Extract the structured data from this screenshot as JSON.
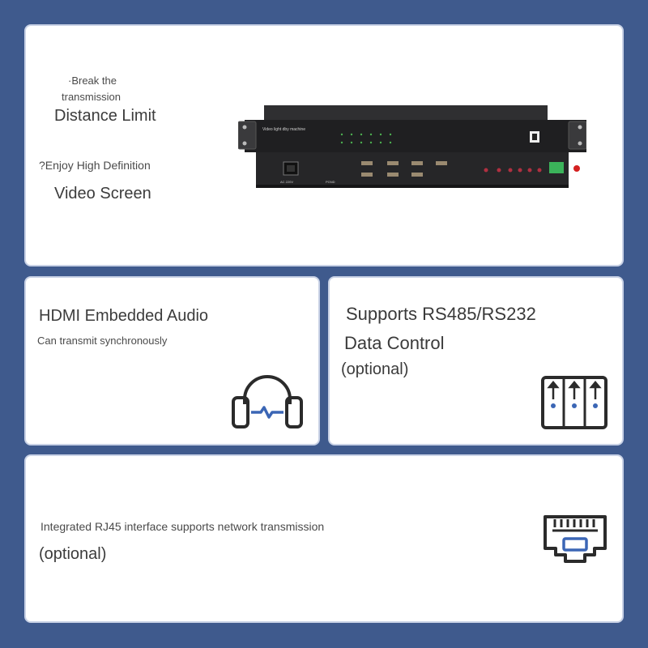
{
  "top": {
    "break_line1": "·Break the",
    "break_line2": "transmission",
    "distance_limit": "Distance Limit",
    "enjoy": "?Enjoy High Definition",
    "video_screen": "Video Screen",
    "device": {
      "label": "Video light dby machine",
      "ac_label": "AC 220V",
      "gnd_label": "PGND"
    }
  },
  "audio": {
    "title": "HDMI Embedded Audio",
    "subtitle": "Can transmit synchronously",
    "icon": "headphones-icon"
  },
  "data_control": {
    "line1": "Supports RS485/RS232",
    "line2": "Data Control",
    "line3": "(optional)",
    "icon": "data-ports-icon"
  },
  "network": {
    "line1": "Integrated RJ45 interface supports network transmission",
    "line2": "(optional)",
    "icon": "rj45-port-icon"
  },
  "colors": {
    "background": "#3f5a8d",
    "card": "#ffffff",
    "icon_dark": "#2b2b2b",
    "icon_blue": "#3b66b5"
  }
}
